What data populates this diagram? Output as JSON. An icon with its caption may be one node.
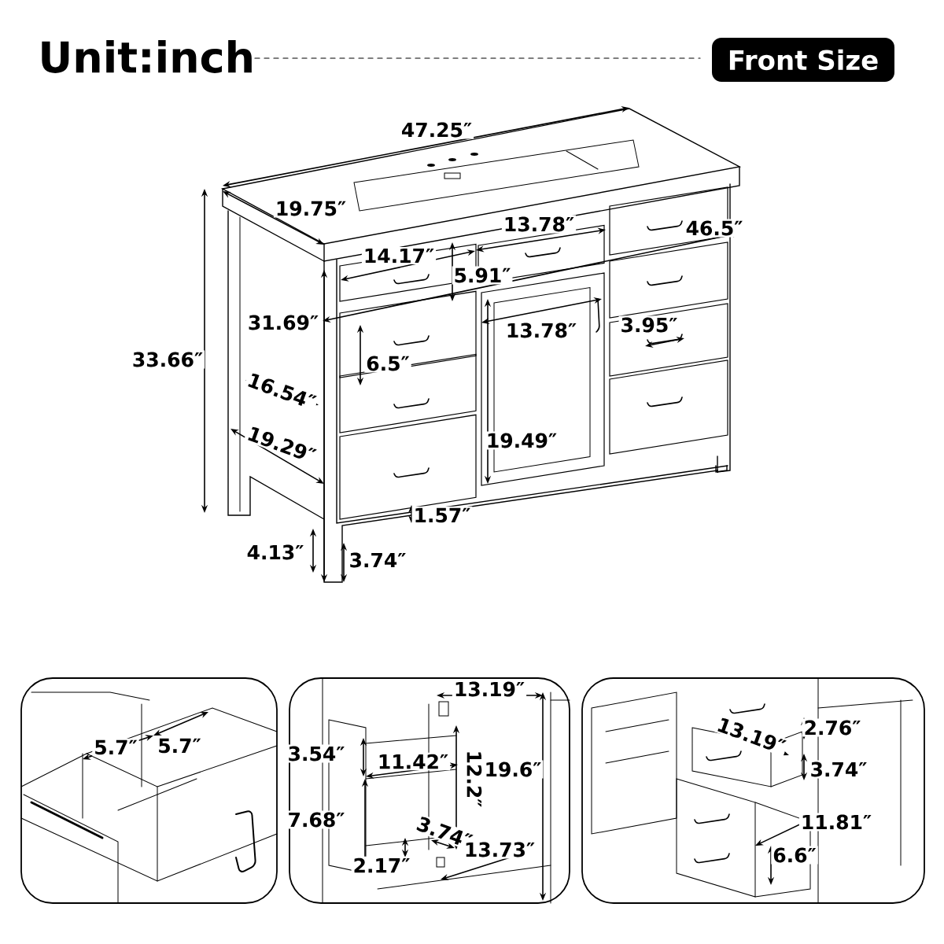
{
  "diagram": {
    "title": "Unit:inch",
    "nodes": [
      {
        "text": [
          "Front Size"
        ]
      }
    ],
    "edges": [],
    "labels": [
      "47.25″",
      "19.75″",
      "13.78″",
      "46.5″",
      "14.17″",
      "5.91″",
      "31.69″",
      "13.78″",
      "3.95″",
      "33.66″",
      "6.5″",
      "16.54″",
      "19.29″",
      "19.49″",
      "1.57″",
      "4.13″",
      "3.74″",
      "5.7″",
      "5.7″",
      "13.19″",
      "3.54″",
      "11.42″",
      "12.2″",
      "19.6″",
      "7.68″",
      "3.74″",
      "13.73″",
      "2.17″",
      "2.76″",
      "13.19″",
      "3.74″",
      "11.81″",
      "6.6″"
    ]
  }
}
